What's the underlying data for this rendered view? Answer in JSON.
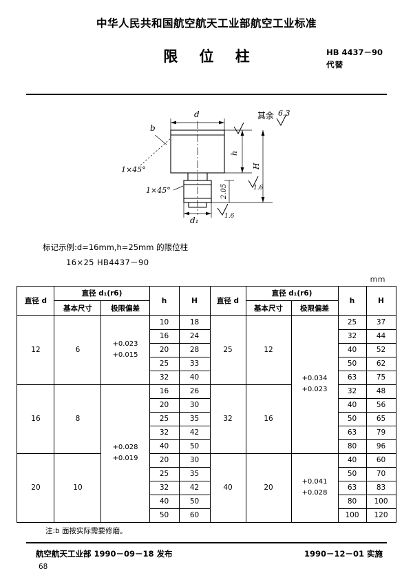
{
  "header": {
    "organization_title": "中华人民共和国航空航天工业部航空工业标准",
    "part_name": "限 位 柱",
    "standard_number": "HB 4437－90",
    "replaces_label": "代替"
  },
  "drawing": {
    "roughness_note": "其余",
    "roughness_value": "6.3",
    "label_b": "b",
    "label_d": "d",
    "label_d1": "d₁",
    "label_h": "h",
    "label_H": "H",
    "chamfer_upper": "1×45°",
    "chamfer_lower": "1×45°",
    "thread_relief": "2.05",
    "surface_finish_a": "1.6",
    "surface_finish_b": "1.6"
  },
  "marking": {
    "line1": "标记示例:d=16mm,h=25mm 的限位柱",
    "line2": "16×25   HB4437－90"
  },
  "table": {
    "unit": "mm",
    "headers": {
      "diameter_d": "直径 d",
      "diameter_d1": "直径 d₁(r6)",
      "basic_size": "基本尺寸",
      "limit_deviation": "极限偏差",
      "h": "h",
      "H": "H"
    },
    "left_groups": [
      {
        "d": "12",
        "d1": "6",
        "deviation_upper": "+0.023",
        "deviation_lower": "+0.015",
        "rows": [
          {
            "h": "10",
            "H": "18"
          },
          {
            "h": "16",
            "H": "24"
          },
          {
            "h": "20",
            "H": "28"
          },
          {
            "h": "25",
            "H": "33"
          },
          {
            "h": "32",
            "H": "40"
          }
        ]
      },
      {
        "d": "16",
        "d1": "8",
        "deviation_upper": "+0.028",
        "deviation_lower": "+0.019",
        "rows": [
          {
            "h": "16",
            "H": "26"
          },
          {
            "h": "20",
            "H": "30"
          },
          {
            "h": "25",
            "H": "35"
          },
          {
            "h": "32",
            "H": "42"
          },
          {
            "h": "40",
            "H": "50"
          }
        ]
      },
      {
        "d": "20",
        "d1": "10",
        "deviation_upper": "",
        "deviation_lower": "",
        "rows": [
          {
            "h": "20",
            "H": "30"
          },
          {
            "h": "25",
            "H": "35"
          },
          {
            "h": "32",
            "H": "42"
          },
          {
            "h": "40",
            "H": "50"
          },
          {
            "h": "50",
            "H": "60"
          }
        ]
      }
    ],
    "right_groups": [
      {
        "d": "25",
        "d1": "12",
        "deviation_upper": "+0.034",
        "deviation_lower": "+0.023",
        "rows": [
          {
            "h": "25",
            "H": "37"
          },
          {
            "h": "32",
            "H": "44"
          },
          {
            "h": "40",
            "H": "52"
          },
          {
            "h": "50",
            "H": "62"
          },
          {
            "h": "63",
            "H": "75"
          }
        ]
      },
      {
        "d": "32",
        "d1": "16",
        "deviation_upper": "",
        "deviation_lower": "",
        "rows": [
          {
            "h": "32",
            "H": "48"
          },
          {
            "h": "40",
            "H": "56"
          },
          {
            "h": "50",
            "H": "65"
          },
          {
            "h": "63",
            "H": "79"
          },
          {
            "h": "80",
            "H": "96"
          }
        ]
      },
      {
        "d": "40",
        "d1": "20",
        "deviation_upper": "+0.041",
        "deviation_lower": "+0.028",
        "rows": [
          {
            "h": "40",
            "H": "60"
          },
          {
            "h": "50",
            "H": "70"
          },
          {
            "h": "63",
            "H": "83"
          },
          {
            "h": "80",
            "H": "100"
          },
          {
            "h": "100",
            "H": "120"
          }
        ]
      }
    ],
    "note": "注:b 面按实际需要修磨。"
  },
  "footer": {
    "issuer": "航空航天工业部 1990－09－18 发布",
    "effective": "1990－12－01 实施",
    "page_number": "68"
  }
}
